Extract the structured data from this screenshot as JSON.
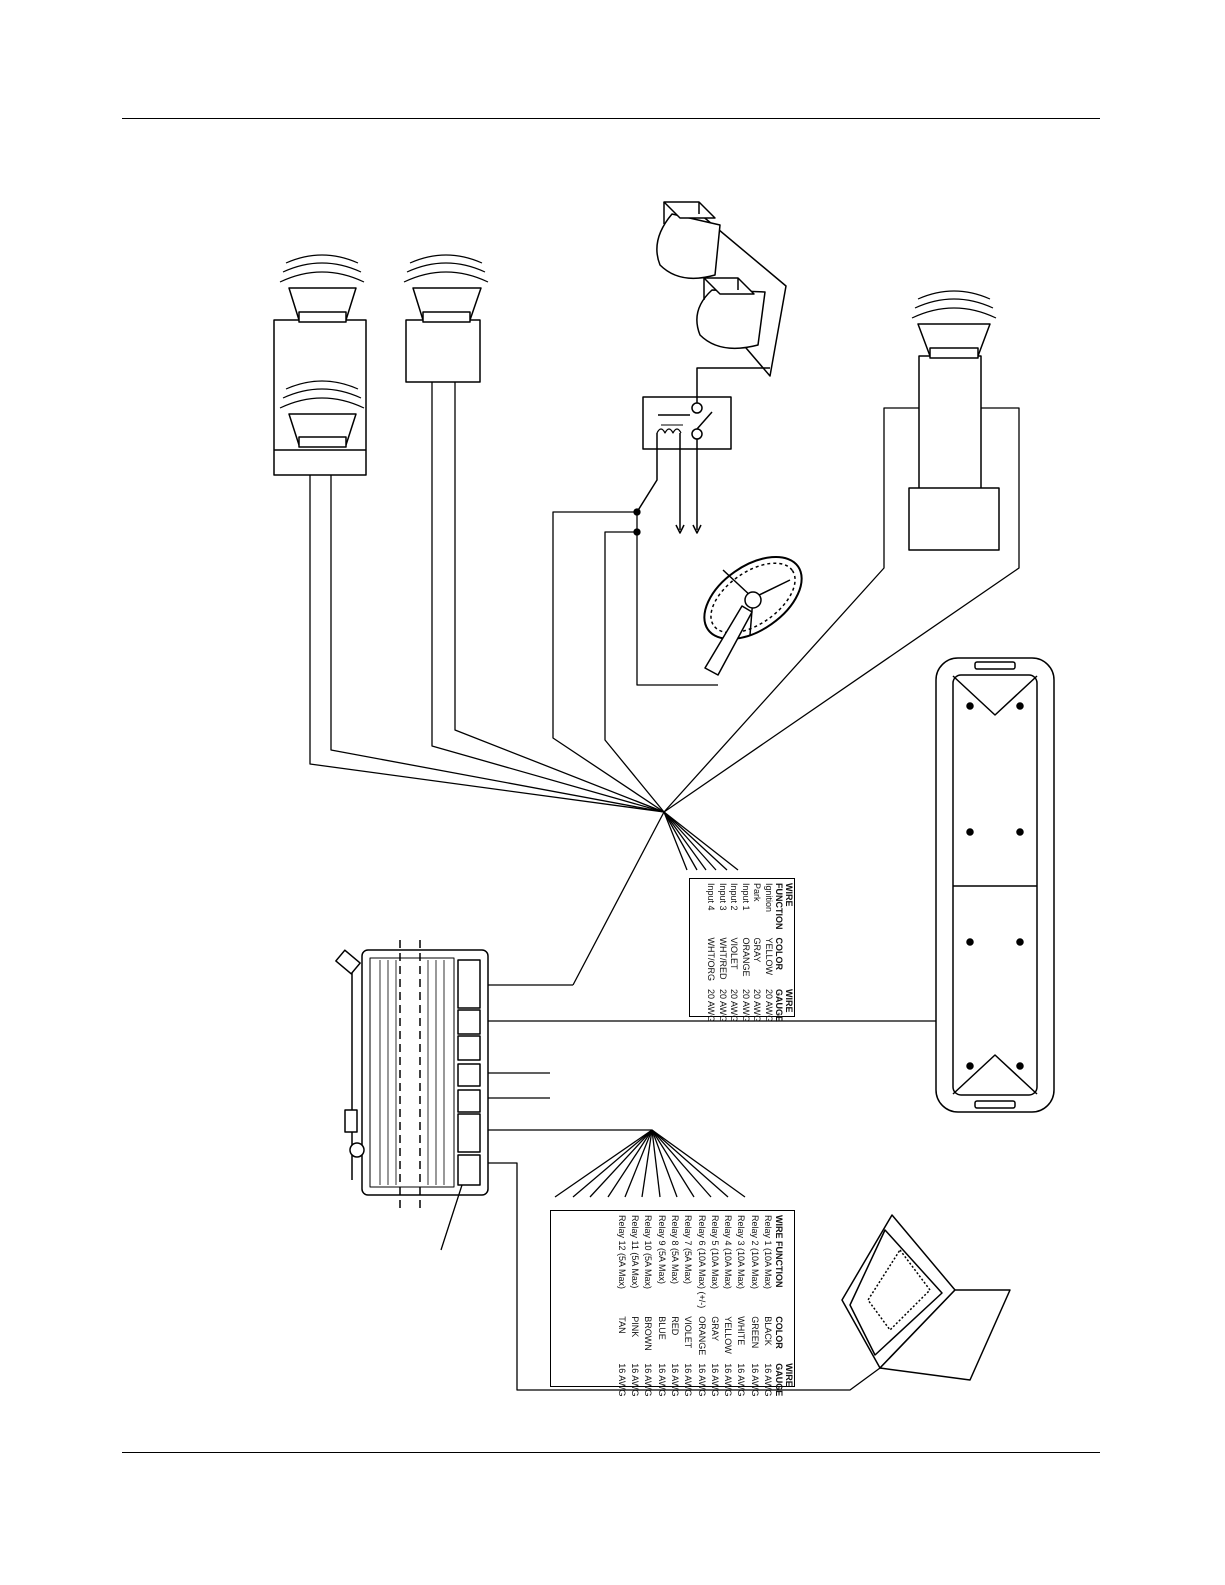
{
  "input_table": {
    "headers": {
      "function": "WIRE\nFUNCTION",
      "color": "COLOR",
      "gauge": "WIRE\nGAUGE"
    },
    "rows": [
      {
        "function": "Ignition",
        "color": "YELLOW",
        "gauge": "20 AWG"
      },
      {
        "function": "Park",
        "color": "GRAY",
        "gauge": "20 AWG"
      },
      {
        "function": "Input 1",
        "color": "ORANGE",
        "gauge": "20 AWG"
      },
      {
        "function": "Input 2",
        "color": "VIOLET",
        "gauge": "20 AWG"
      },
      {
        "function": "Input 3",
        "color": "WHT/RED",
        "gauge": "20 AWG"
      },
      {
        "function": "Input 4",
        "color": "WHT/ORG",
        "gauge": "20 AWG"
      }
    ]
  },
  "relay_table": {
    "headers": {
      "function": "WIRE FUNCTION",
      "color": "COLOR",
      "gauge": "WIRE\nGAUGE"
    },
    "rows": [
      {
        "function": "Relay 1 (10A Max)",
        "color": "BLACK",
        "gauge": "16 AWG"
      },
      {
        "function": "Relay 2 (10A Max)",
        "color": "GREEN",
        "gauge": "16 AWG"
      },
      {
        "function": "Relay 3 (10A Max)",
        "color": "WHITE",
        "gauge": "16 AWG"
      },
      {
        "function": "Relay 4 (10A Max)",
        "color": "YELLOW",
        "gauge": "16 AWG"
      },
      {
        "function": "Relay 5 (10A Max)",
        "color": "GRAY",
        "gauge": "16 AWG"
      },
      {
        "function": "Relay 6 (10A Max) (+/-)",
        "color": "ORANGE",
        "gauge": "16 AWG"
      },
      {
        "function": "Relay 7 (5A Max)",
        "color": "VIOLET",
        "gauge": "16 AWG"
      },
      {
        "function": "Relay 8 (5A Max)",
        "color": "RED",
        "gauge": "16 AWG"
      },
      {
        "function": "Relay 9 (5A Max)",
        "color": "BLUE",
        "gauge": "16 AWG"
      },
      {
        "function": "Relay 10 (5A Max)",
        "color": "BROWN",
        "gauge": "16 AWG"
      },
      {
        "function": "Relay 11 (5A Max)",
        "color": "PINK",
        "gauge": "16 AWG"
      },
      {
        "function": "Relay 12 (5A Max)",
        "color": "TAN",
        "gauge": "16 AWG"
      }
    ]
  }
}
